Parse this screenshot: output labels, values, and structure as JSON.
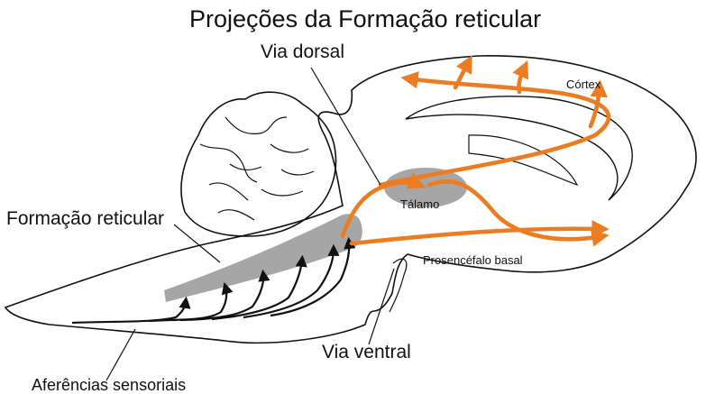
{
  "title": "Projeções da Formação reticular",
  "labels": {
    "via_dorsal": "Via dorsal",
    "formacao_reticular": "Formação reticular",
    "via_ventral": "Via ventral",
    "aferencias_sensoriais": "Aferências sensoriais",
    "cortex": "Córtex",
    "talamo": "Tálamo",
    "prosencefalo_basal": "Prosencéfalo basal"
  },
  "colors": {
    "projection": "#ec7c22",
    "reticular_formation": "#a6a6a6",
    "outline": "#111111",
    "text": "#111111"
  }
}
